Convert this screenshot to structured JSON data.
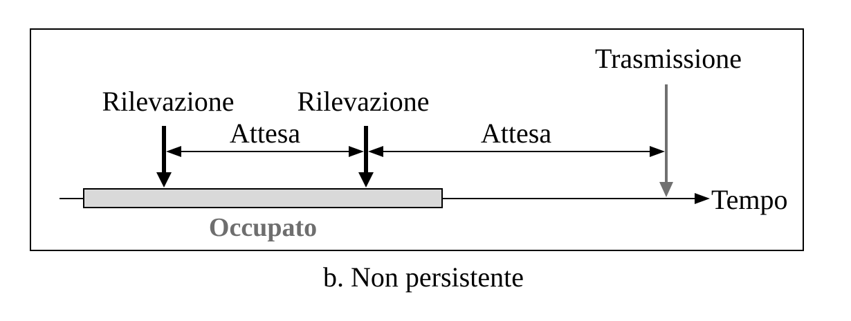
{
  "labels": {
    "sensing_1": "Rilevazione",
    "sensing_2": "Rilevazione",
    "wait_1": "Attesa",
    "wait_2": "Attesa",
    "transmission": "Trasmissione",
    "time": "Tempo",
    "busy": "Occupato",
    "caption": "b. Non persistente"
  },
  "colors": {
    "busy_fill": "#d9d9d9",
    "busy_text": "#6e6e6e",
    "transmission_arrow": "#707070",
    "ink": "#000000"
  }
}
